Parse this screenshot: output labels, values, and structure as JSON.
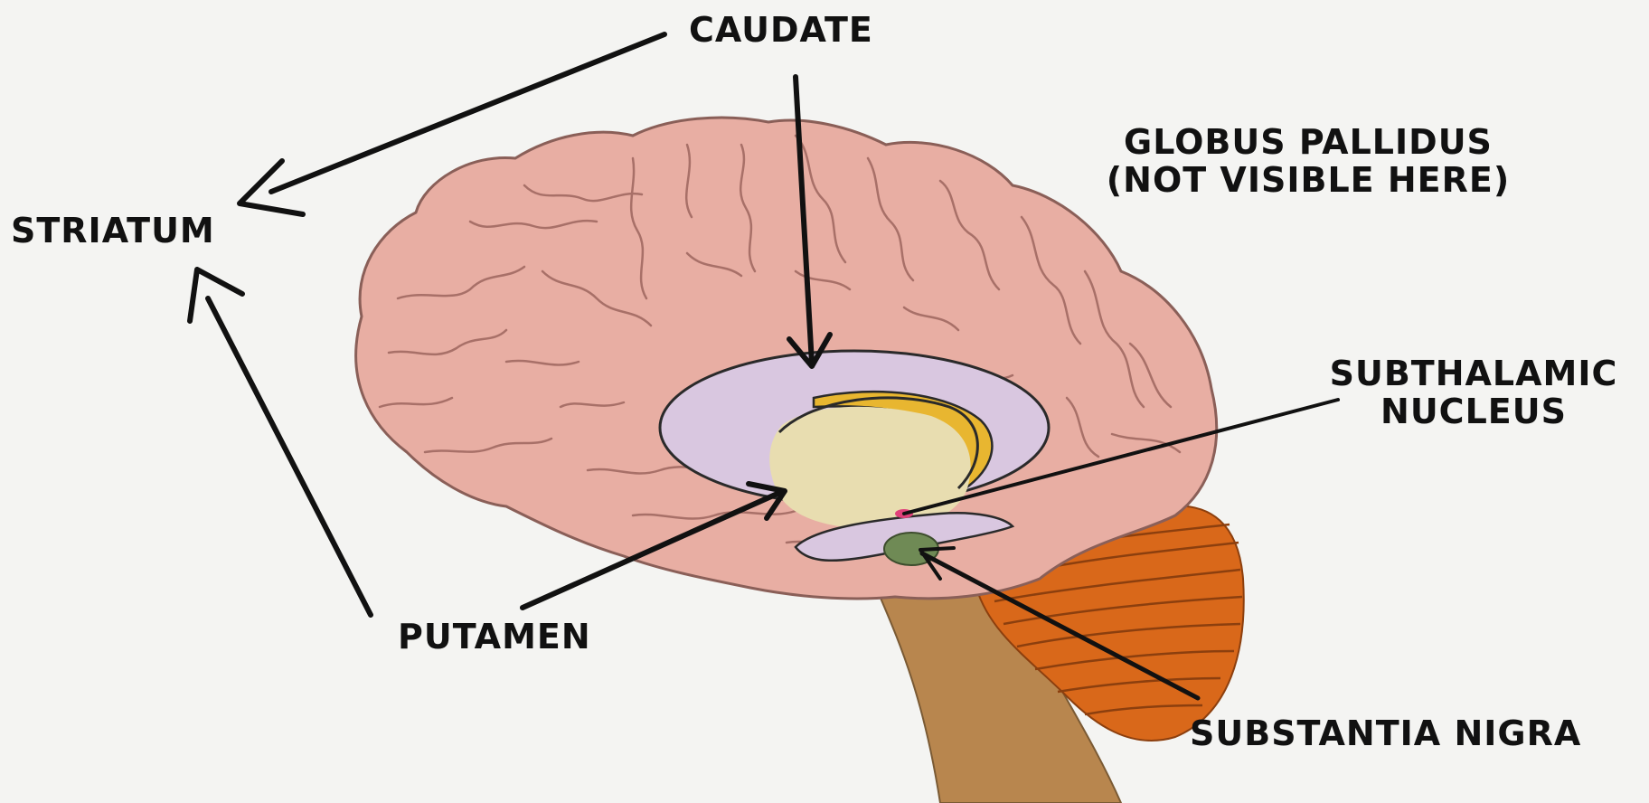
{
  "labels": {
    "caudate": "CAUDATE",
    "striatum": "STRIATUM",
    "globus_pallidus_line1": "GLOBUS PALLIDUS",
    "globus_pallidus_line2": "(NOT VISIBLE HERE)",
    "subthalamic_line1": "SUBTHALAMIC",
    "subthalamic_line2": "NUCLEUS",
    "putamen": "PUTAMEN",
    "substantia_nigra": "SUBSTANTIA NIGRA"
  },
  "colors": {
    "background": "#f4f4f2",
    "cerebrum": "#e8aea3",
    "cerebrum_outline": "#8a5f58",
    "caudate_ring": "#d9c7e0",
    "thalamus": "#e8ddb0",
    "globus_crescent": "#e8b630",
    "cerebellum": "#d9681a",
    "brainstem": "#b8864e",
    "substantia_nigra": "#6f8a55",
    "subthalamic_dot": "#e0407a",
    "ink": "#111111"
  }
}
